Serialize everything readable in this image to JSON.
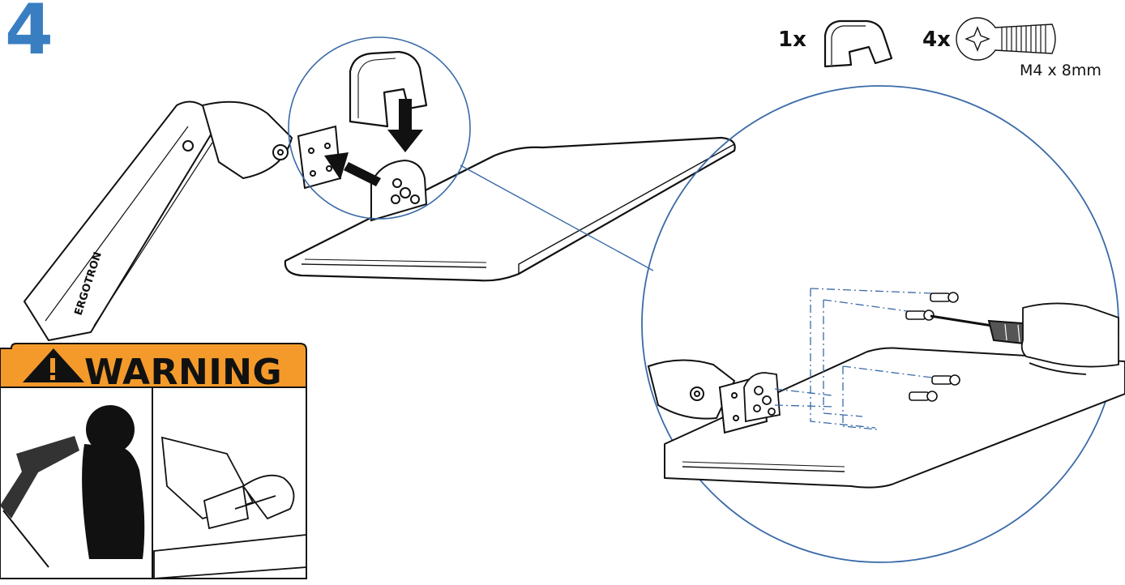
{
  "step": {
    "number": "4"
  },
  "parts": {
    "bracket_qty": "1x",
    "screw_qty": "4x",
    "screw_spec": "M4 x 8mm"
  },
  "brand": {
    "logo_text": "ERGOTRON"
  },
  "warning": {
    "label": "WARNING",
    "accent_color": "#f39a2b"
  },
  "colors": {
    "step_number": "#3a7ec2",
    "callout_circle": "#3a6aa8",
    "line_art": "#111111"
  },
  "icons": [
    "bracket-part-icon",
    "flat-head-screw-icon",
    "warning-triangle-icon",
    "push-down-arrow-icon",
    "push-left-arrow-icon",
    "screwdriver-icon"
  ]
}
